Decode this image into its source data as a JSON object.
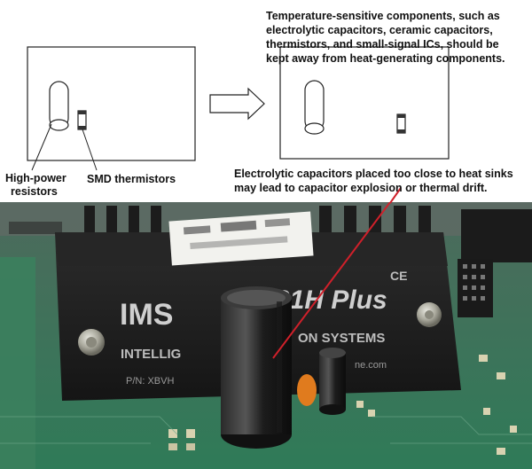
{
  "notes": {
    "placement": "Temperature-sensitive components, such as electrolytic capacitors, ceramic capacitors, thermistors, and small-signal ICs, should be kept away from heat-generating components.",
    "heatsink": "Electrolytic capacitors placed too close to heat sinks may lead to capacitor explosion or thermal drift."
  },
  "labels": {
    "resistors_line1": "High-power",
    "resistors_line2": "resistors",
    "thermistors": "SMD thermistors"
  },
  "photo": {
    "module_brand": "IMS",
    "module_model_visible": "31H Plus",
    "module_company_visible": "INTELLIG",
    "module_company_right": "ON SYSTEMS",
    "module_pn_visible": "P/N: XBVH",
    "module_site_visible": "ne.com",
    "module_ce": "CE"
  },
  "colors": {
    "board_green": "#3a7a5c",
    "heatsink_dark": "#1e1e1e",
    "pointer_red": "#d0202a"
  }
}
